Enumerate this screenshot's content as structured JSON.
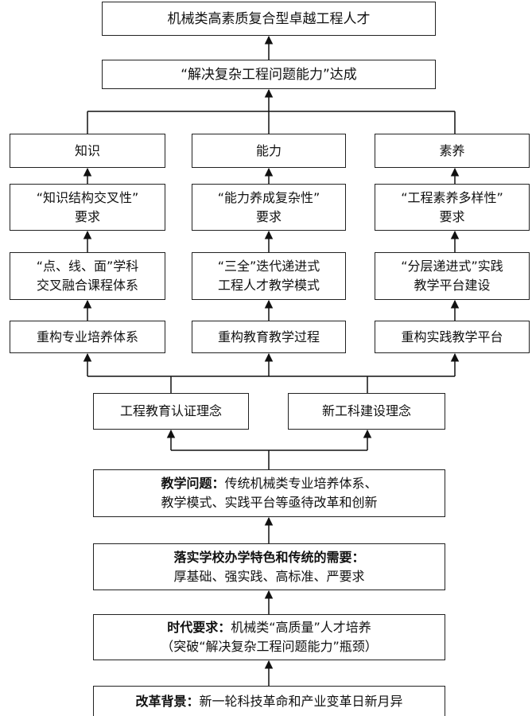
{
  "nodes": {
    "goal": "机械类高素质复合型卓越工程人才",
    "achieve": "“解决复杂工程问题能力”达成",
    "knowledge": "知识",
    "ability": "能力",
    "literacy": "素养",
    "req_knowledge": [
      "“知识结构交叉性”",
      "要求"
    ],
    "req_ability": [
      "“能力养成复杂性”",
      "要求"
    ],
    "req_literacy": [
      "“工程素养多样性”",
      "要求"
    ],
    "course_system": [
      "“点、线、面”学科",
      "交叉融合课程体系"
    ],
    "teaching_mode": [
      "“三全”迭代递进式",
      "工程人才教学模式"
    ],
    "practice_platform": [
      "“分层递进式”实践",
      "教学平台建设"
    ],
    "rebuild_training": "重构专业培养体系",
    "rebuild_process": "重构教育教学过程",
    "rebuild_platform": "重构实践教学平台",
    "accreditation": "工程教育认证理念",
    "new_engineering": "新工科建设理念",
    "problem": {
      "label": "教学问题：",
      "text": [
        "传统机械类专业培养体系、",
        "教学模式、实践平台等亟待改革和创新"
      ]
    },
    "school": {
      "label": "落实学校办学特色和传统的需要：",
      "text": "厚基础、强实践、高标准、严要求"
    },
    "era": {
      "label": "时代要求：",
      "text": [
        "机械类“高质量”人才培养",
        "（突破“解决复杂工程问题能力”瓶颈）"
      ]
    },
    "background": {
      "label": "改革背景：",
      "text": "新一轮科技革命和产业变革日新月异"
    }
  }
}
